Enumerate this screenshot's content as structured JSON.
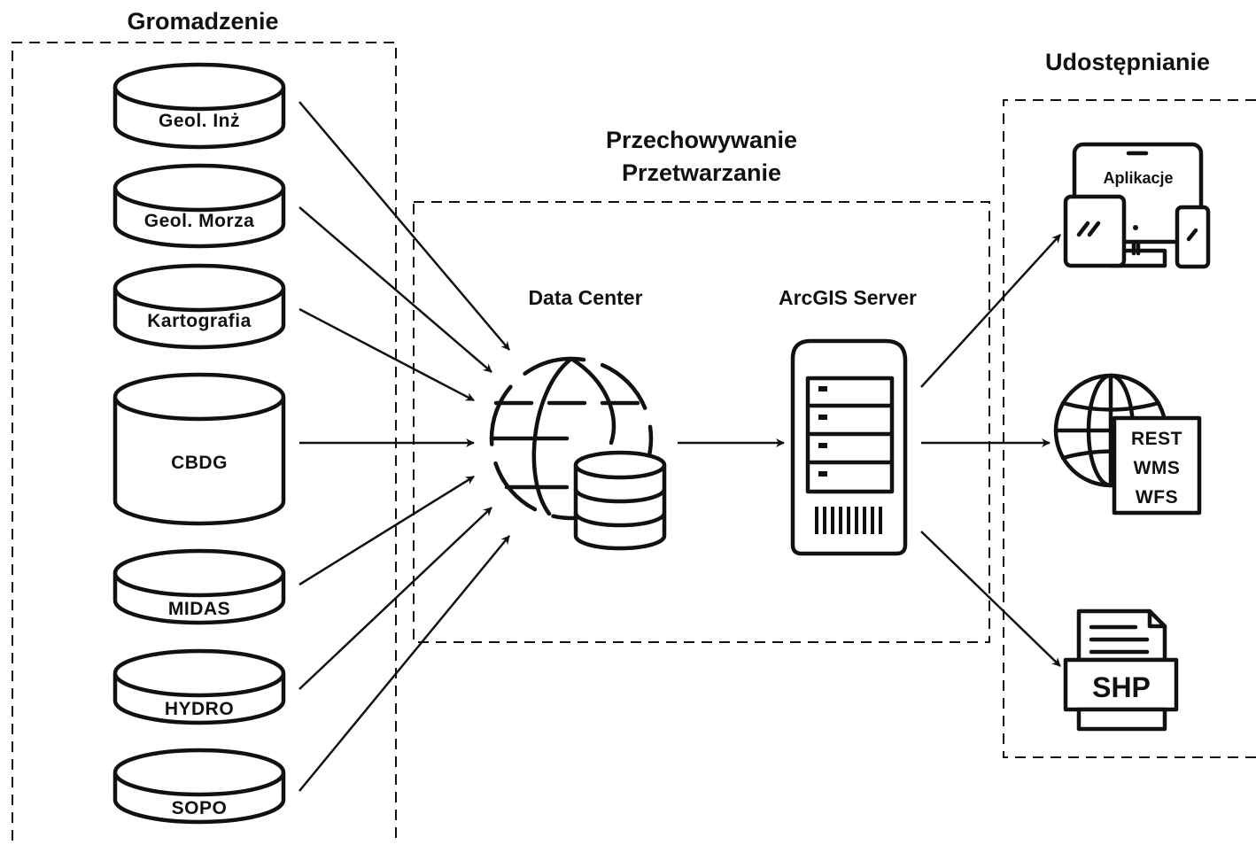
{
  "sections": {
    "collect": "Gromadzenie",
    "store_line1": "Przechowywanie",
    "store_line2": "Przetwarzanie",
    "share": "Udostępnianie"
  },
  "databases": [
    "Geol. Inż",
    "Geol. Morza",
    "Kartografia",
    "CBDG",
    "MIDAS",
    "HYDRO",
    "SOPO"
  ],
  "nodes": {
    "data_center": "Data Center",
    "arcgis_server": "ArcGIS Server"
  },
  "outputs": {
    "apps": "Aplikacje",
    "services": [
      "REST",
      "WMS",
      "WFS"
    ],
    "file": "SHP"
  }
}
